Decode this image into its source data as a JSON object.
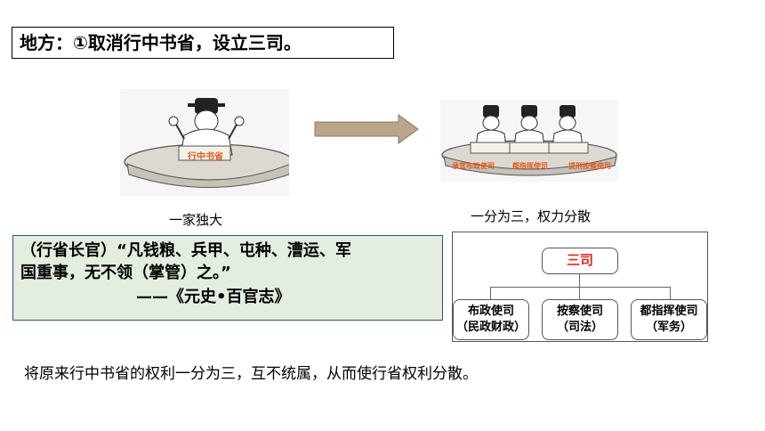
{
  "title": "地方：①取消行中书省，设立三司。",
  "left_illustration": {
    "sign_label": "行中书省",
    "caption": "一家独大"
  },
  "right_illustration": {
    "sign_labels": [
      "承宣布政使司",
      "都指挥使司",
      "提刑按察使司"
    ],
    "caption": "一分为三，权力分散"
  },
  "quote": {
    "line1": "（行省长官）“凡钱粮、兵甲、屯种、漕运、军",
    "line2": "国重事，无不领（掌管）之。”",
    "source": "——《元史•百官志》"
  },
  "org_chart": {
    "root": "三司",
    "children": [
      {
        "name": "布政使司",
        "role": "（民政财政）"
      },
      {
        "name": "按察使司",
        "role": "（司法）"
      },
      {
        "name": "都指挥使司",
        "role": "（军务）"
      }
    ]
  },
  "summary": "将原来行中书省的权利一分为三，互不统属，从而使行省权利分散。",
  "colors": {
    "quote_bg": "#e4eee0",
    "quote_border": "#2b4f8c",
    "root_text": "#e0261c",
    "sign_text": "#e05a1c",
    "arrow": "#b8a58a"
  }
}
